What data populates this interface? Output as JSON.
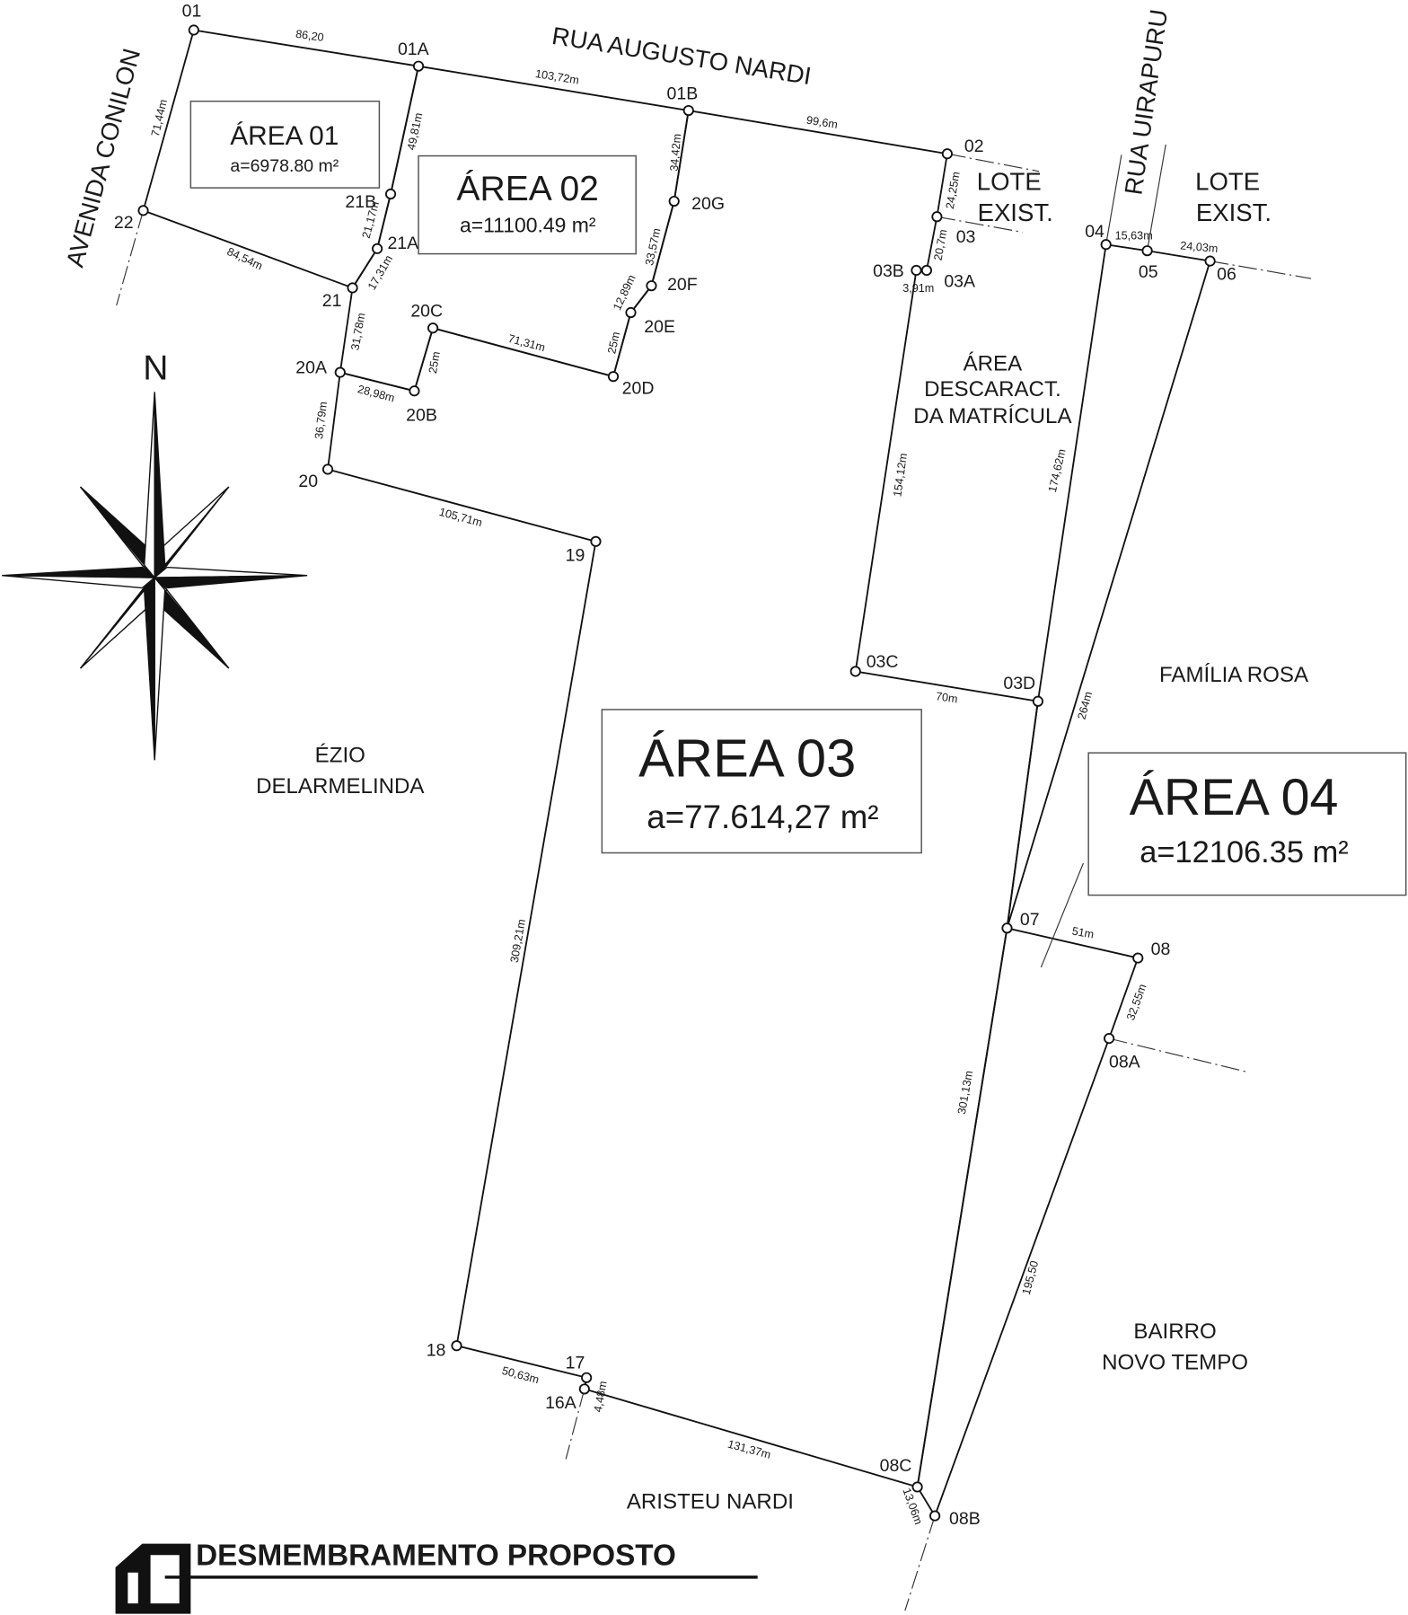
{
  "title": "DESMEMBRAMENTO PROPOSTO",
  "north_label": "N",
  "streets": {
    "top": "RUA AUGUSTO NARDI",
    "left": "AVENIDA CONILON",
    "right": "RUA UIRAPURU"
  },
  "neighbors": {
    "lote1": [
      "LOTE",
      "EXIST."
    ],
    "lote2": [
      "LOTE",
      "EXIST."
    ],
    "descaract": [
      "ÁREA",
      "DESCARACT.",
      "DA MATRÍCULA"
    ],
    "familia_rosa": "FAMÍLIA ROSA",
    "ezio": [
      "ÉZIO",
      "DELARMELINDA"
    ],
    "bairro": [
      "BAIRRO",
      "NOVO TEMPO"
    ],
    "aristeu": "ARISTEU NARDI"
  },
  "areas": [
    {
      "name": "ÁREA 01",
      "area": "a=6978.80 m²"
    },
    {
      "name": "ÁREA 02",
      "area": "a=11100.49 m²"
    },
    {
      "name": "ÁREA 03",
      "area": "a=77.614,27 m²"
    },
    {
      "name": "ÁREA 04",
      "area": "a=12106.35 m²"
    }
  ],
  "points": [
    "01",
    "01A",
    "01B",
    "02",
    "03",
    "03A",
    "03B",
    "03C",
    "03D",
    "04",
    "05",
    "06",
    "07",
    "08",
    "08A",
    "08B",
    "08C",
    "16A",
    "17",
    "18",
    "19",
    "20",
    "20A",
    "20B",
    "20C",
    "20D",
    "20E",
    "20F",
    "20G",
    "21",
    "21A",
    "22",
    "21B"
  ],
  "dimensions": [
    "86,20",
    "103,72m",
    "99,6m",
    "71,44m",
    "84,54m",
    "49,81m",
    "21,17m",
    "17,31m",
    "31,78m",
    "28,98m",
    "25m",
    "71,31m",
    "25m",
    "12,89m",
    "33,57m",
    "34,42m",
    "24,25m",
    "20,7m",
    "3,91m",
    "36,79m",
    "105,71m",
    "154,12m",
    "174,62m",
    "15,63m",
    "24,03m",
    "264m",
    "70m",
    "51m",
    "32,55m",
    "301,13m",
    "195,50",
    "309,21m",
    "50,63m",
    "4,48m",
    "131,37m",
    "13,06m"
  ],
  "colors": {
    "line": "#111111",
    "pattern": "#8a8a8a"
  }
}
